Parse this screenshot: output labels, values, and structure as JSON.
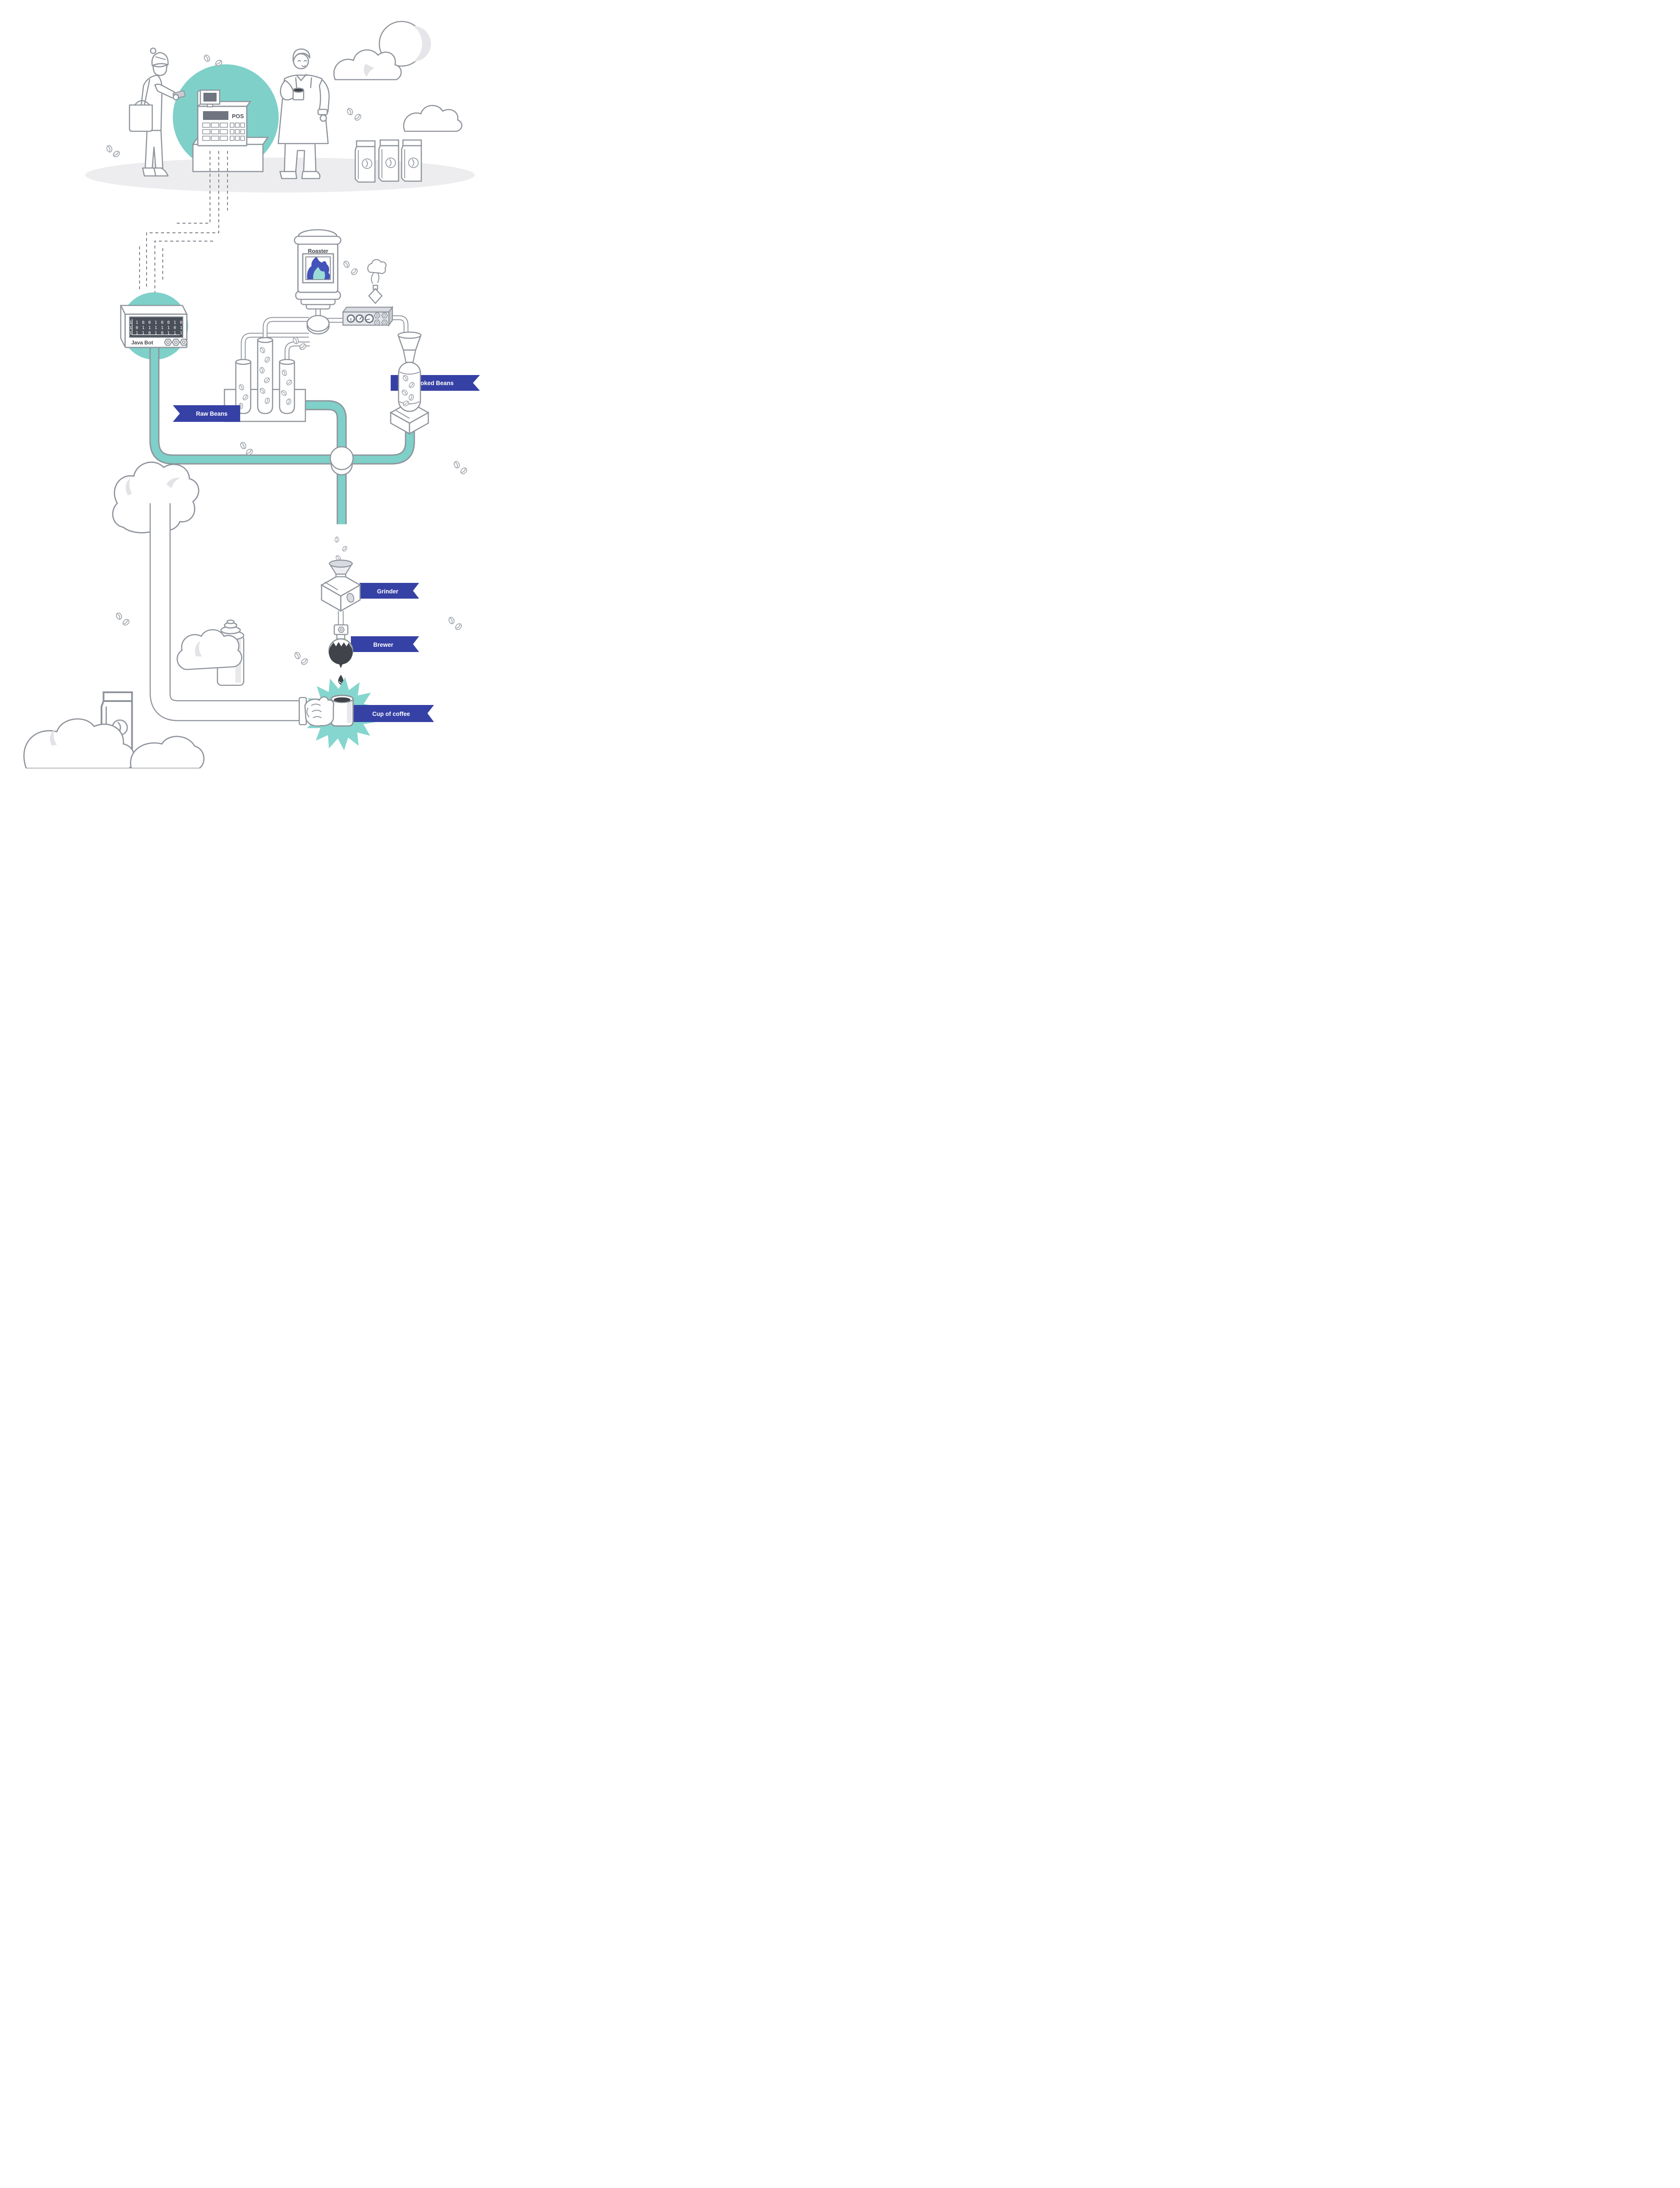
{
  "page": {
    "background": "#ffffff"
  },
  "colors": {
    "teal": "#7ed0c9",
    "teal_star": "#85d6ce",
    "banner_blue": "#3641a5",
    "flame_blue": "#4453ba",
    "flame_teal": "#9adbd5",
    "outline_gray": "#8f949c",
    "light_gray": "#e9e9ec",
    "screen_dark": "#4a505a",
    "screen_mid": "#6e7480",
    "coffee_dark": "#40444a"
  },
  "pos_station": {
    "pos_label": "POS"
  },
  "java_bot": {
    "label": "Java Bot",
    "screen_rows": [
      "1 1 0 0 1 0 0 1 0",
      "1 0 1 1 1 1 1 0 1",
      "1 1 1 0 1 0 1 1 1"
    ]
  },
  "roaster": {
    "label": "Roaster"
  },
  "banners": {
    "raw_beans": "Raw Beans",
    "cooked_beans": "Cooked Beans",
    "grinder": "Grinder",
    "brewer": "Brewer",
    "cup_of_coffee": "Cup of coffee"
  },
  "icons": {
    "coffee_bean": "bean-icon",
    "hex_nut": "hex-nut-icon",
    "gauge": "gauge-icon",
    "moon": "moon-icon",
    "cloud": "cloud-icon",
    "steam": "steam-icon",
    "flame": "flame-icon",
    "coffee_drop": "coffee-drop-icon",
    "coffee_bag": "coffee-bag-icon",
    "coffee_cup": "coffee-cup-icon"
  }
}
